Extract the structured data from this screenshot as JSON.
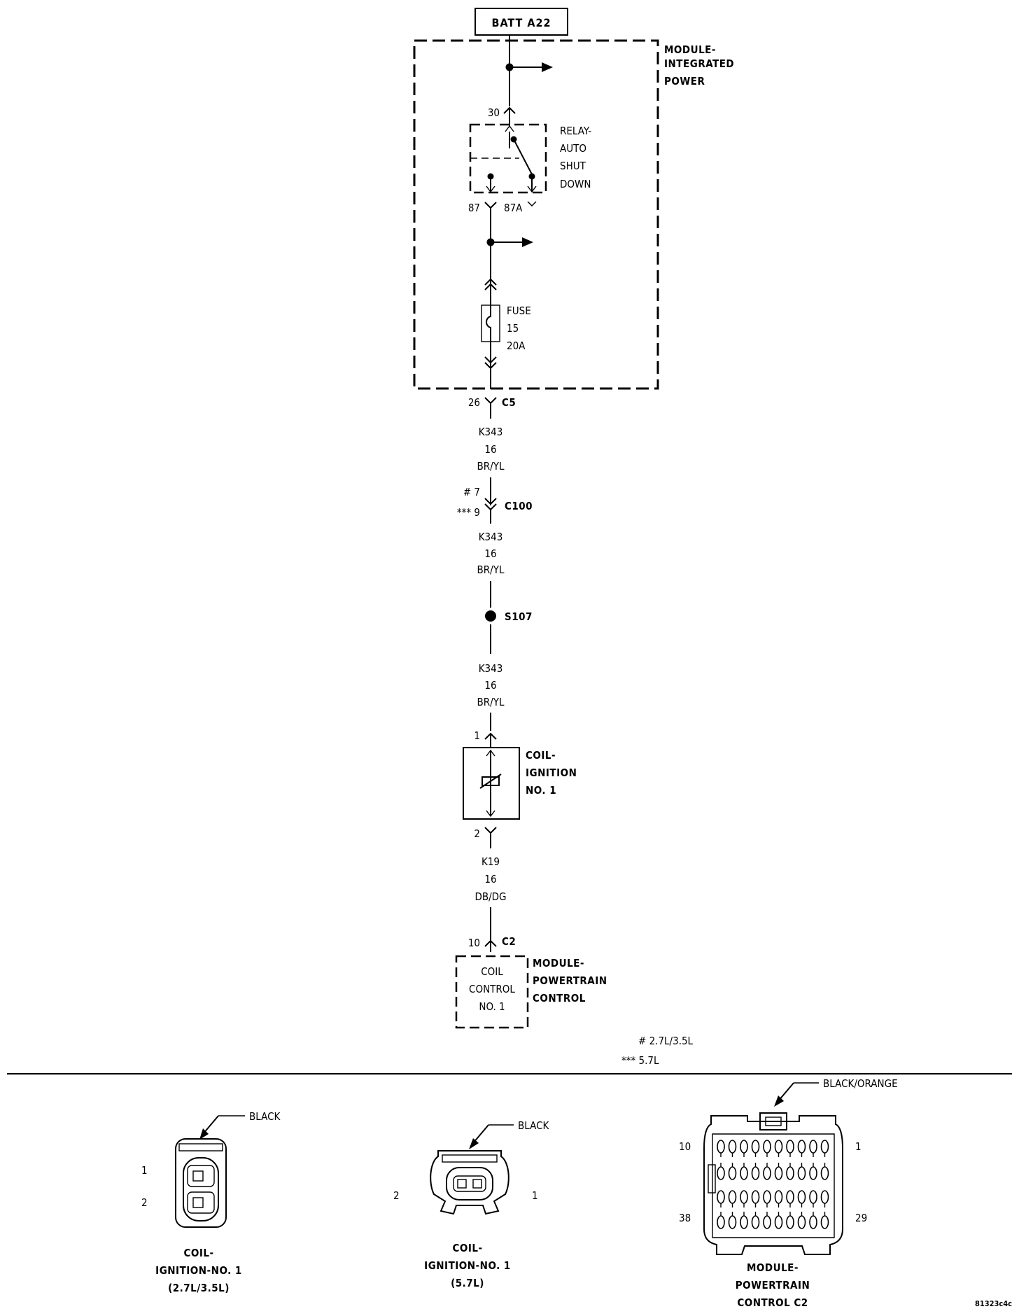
{
  "top": {
    "source_box": "BATT A22"
  },
  "ipm": {
    "title_lines": [
      "MODULE-",
      "INTEGRATED",
      "POWER"
    ]
  },
  "relay": {
    "title_lines": [
      "RELAY-",
      "AUTO",
      "SHUT",
      "DOWN"
    ],
    "pin_30": "30",
    "pin_87": "87",
    "pin_87a": "87A"
  },
  "fuse": {
    "label_lines": [
      "FUSE",
      "15",
      "20A"
    ]
  },
  "c5": {
    "pin": "26",
    "name": "C5"
  },
  "wire1": {
    "lines": [
      "K343",
      "16",
      "BR/YL"
    ]
  },
  "c100": {
    "pin_hash": "# 7",
    "pin_star": "*** 9",
    "name": "C100"
  },
  "wire2": {
    "lines": [
      "K343",
      "16",
      "BR/YL"
    ]
  },
  "splice": {
    "name": "S107"
  },
  "wire3": {
    "lines": [
      "K343",
      "16",
      "BR/YL"
    ]
  },
  "coil": {
    "pin_top": "1",
    "pin_bottom": "2",
    "title_lines": [
      "COIL-",
      "IGNITION",
      "NO. 1"
    ]
  },
  "wire4": {
    "lines": [
      "K19",
      "16",
      "DB/DG"
    ]
  },
  "pcm": {
    "pin": "10",
    "connector": "C2",
    "box_lines": [
      "COIL",
      "CONTROL",
      "NO. 1"
    ],
    "title_lines": [
      "MODULE-",
      "POWERTRAIN",
      "CONTROL"
    ]
  },
  "notes": [
    "# 2.7L/3.5L",
    "*** 5.7L"
  ],
  "connectors": {
    "coil_27": {
      "color": "BLACK",
      "pins": [
        "1",
        "2"
      ],
      "title_lines": [
        "COIL-",
        "IGNITION-NO. 1",
        "(2.7L/3.5L)"
      ]
    },
    "coil_57": {
      "color": "BLACK",
      "pins": [
        "2",
        "1"
      ],
      "title_lines": [
        "COIL-",
        "IGNITION-NO. 1",
        "(5.7L)"
      ]
    },
    "pcm_c2": {
      "color": "BLACK/ORANGE",
      "pins": [
        "10",
        "1",
        "38",
        "29"
      ],
      "title_lines": [
        "MODULE-",
        "POWERTRAIN",
        "CONTROL C2"
      ]
    }
  },
  "figure_id": "81323c4c"
}
